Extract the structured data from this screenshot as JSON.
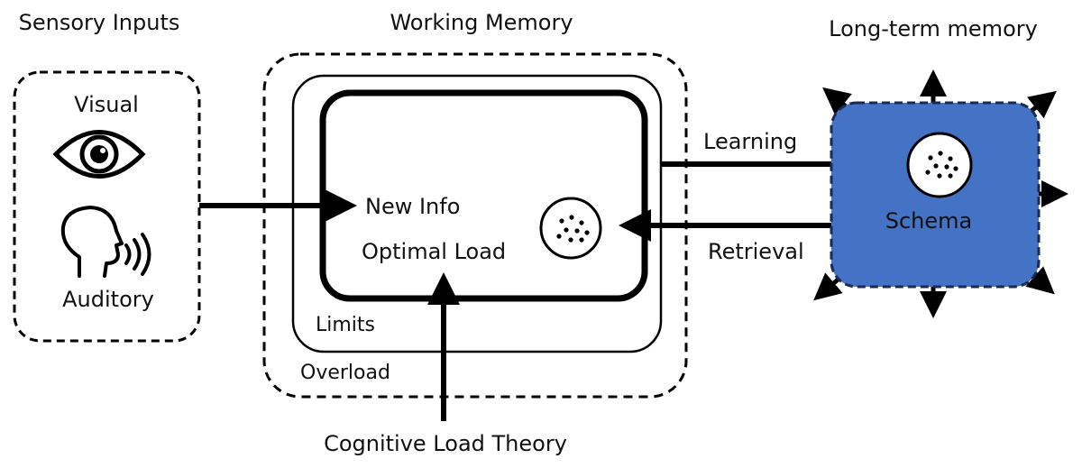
{
  "titles": {
    "sensory": "Sensory Inputs",
    "working": "Working Memory",
    "longterm": "Long-term memory"
  },
  "sensory": {
    "visual_label": "Visual",
    "auditory_label": "Auditory"
  },
  "working_memory": {
    "new_info": "New Info",
    "optimal_load": "Optimal Load",
    "limits": "Limits",
    "overload": "Overload"
  },
  "flows": {
    "learning": "Learning",
    "retrieval": "Retrieval"
  },
  "longterm": {
    "schema": "Schema"
  },
  "footer": {
    "caption": "Cognitive Load Theory"
  },
  "colors": {
    "schema_fill": "#4472C4",
    "stroke": "#000000"
  },
  "icons": [
    "eye-icon",
    "speaking-head-icon",
    "schema-dots-icon"
  ]
}
